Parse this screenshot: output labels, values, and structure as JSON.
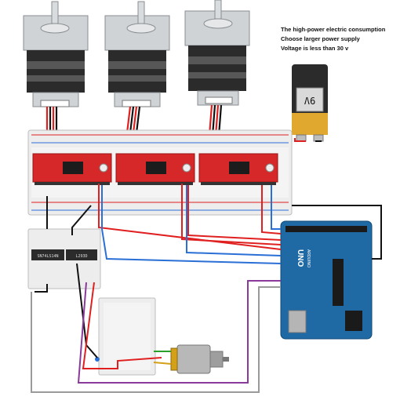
{
  "notes": {
    "line1": "The high-power electric consumption",
    "line2": "Choose larger power supply",
    "line3": "Voltage is less than 30 v"
  },
  "battery": {
    "label": "9V"
  },
  "chips": {
    "left": "SN74LS14N",
    "right": "L293D"
  },
  "arduino": {
    "brand": "UNO",
    "sub": "ARDUINO"
  },
  "colors": {
    "driver_board": "#d62828",
    "arduino_board": "#1f6aa5",
    "breadboard": "#ededed",
    "wire_red": "#e02020",
    "wire_black": "#111111",
    "wire_blue": "#2a6fd6",
    "wire_purple": "#8a3a9a",
    "wire_gray": "#9a9a9a"
  }
}
